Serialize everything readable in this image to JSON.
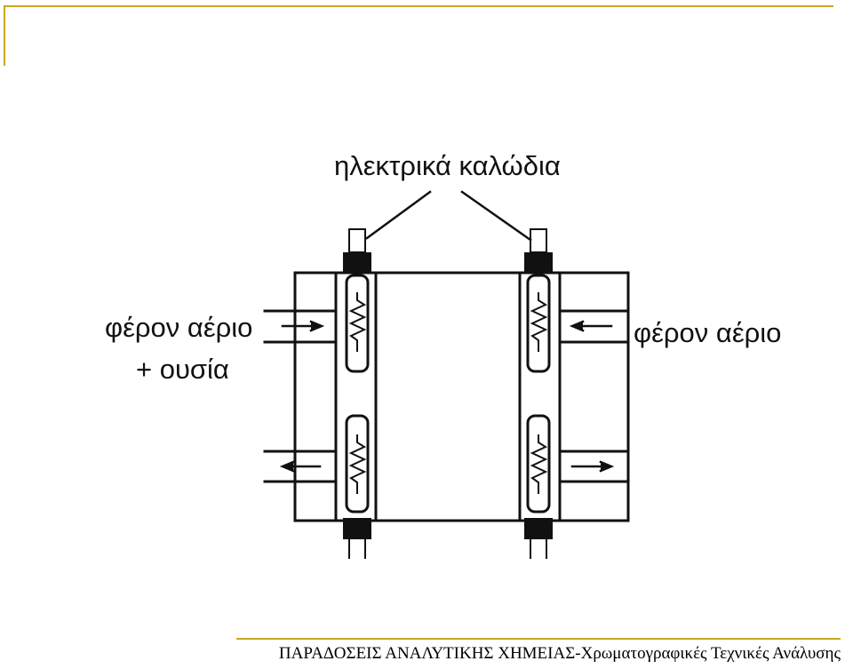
{
  "diagram": {
    "label_wires": "ηλεκτρικά καλώδια",
    "label_left_line1": "φέρον αέριο",
    "label_left_line2": "+ ουσία",
    "label_right": "φέρον αέριο"
  },
  "footer": {
    "text": "ΠΑΡΑΔΟΣΕΙΣ ΑΝΑΛΥΤΙΚΗΣ ΧΗΜΕΙΑΣ-Χρωματογραφικές Τεχνικές Ανάλυσης"
  },
  "colors": {
    "accent": "#c9a623",
    "ink": "#111111"
  }
}
